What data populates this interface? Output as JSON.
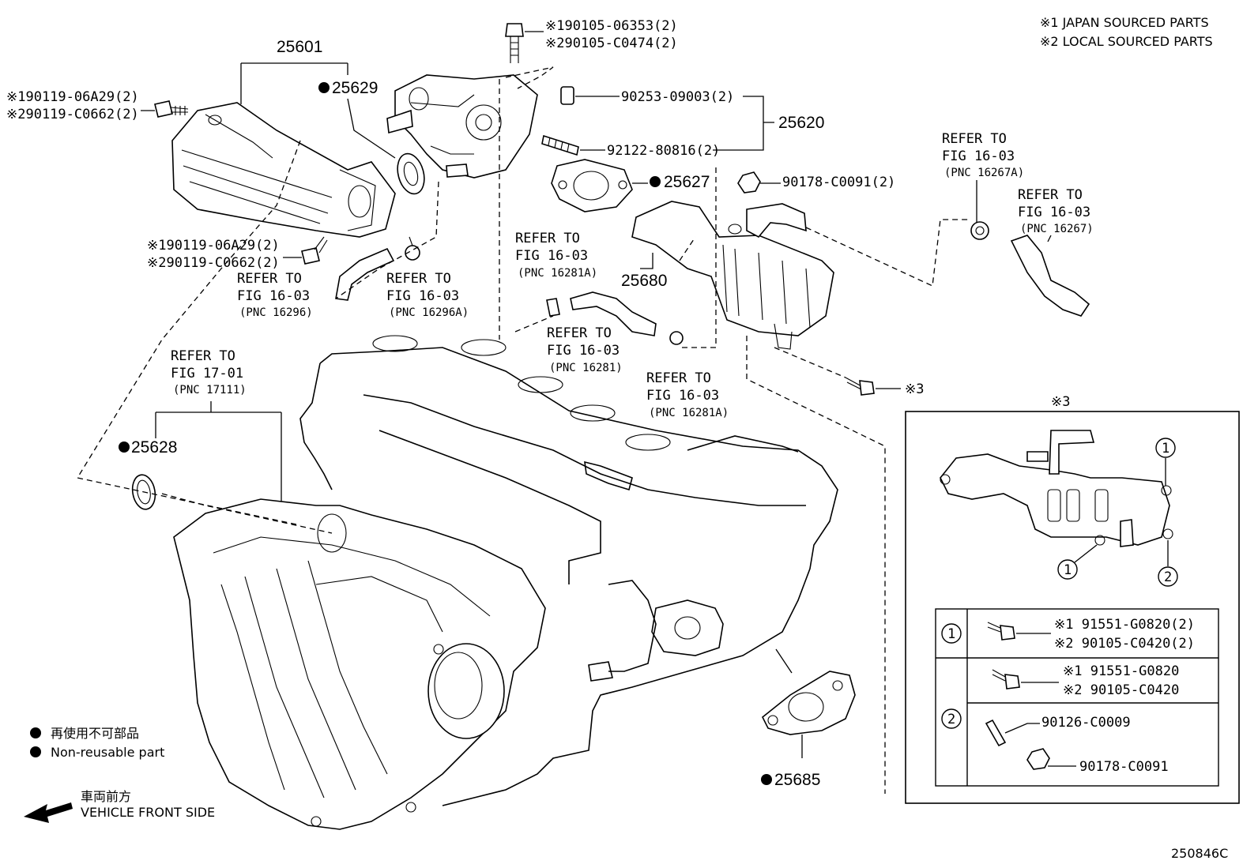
{
  "sourcing_notes": {
    "japan": "※1 JAPAN SOURCED PARTS",
    "local": "※2 LOCAL SOURCED PARTS"
  },
  "parts": {
    "p25601": "25601",
    "p25629": "25629",
    "p25620": "25620",
    "p25627": "25627",
    "p25680": "25680",
    "p25628": "25628",
    "p25685": "25685",
    "bolt_top_1": "※190105-06353(2)",
    "bolt_top_2": "※290105-C0474(2)",
    "bolt_left_1": "※190119-06A29(2)",
    "bolt_left_2": "※290119-C0662(2)",
    "bolt_mid_1": "※190119-06A29(2)",
    "bolt_mid_2": "※290119-C0662(2)",
    "pin": "90253-09003(2)",
    "stud": "92122-80816(2)",
    "nut": "90178-C0091(2)",
    "x3_marker": "※3"
  },
  "refs": {
    "r16296": {
      "line1": "REFER TO",
      "line2": "FIG 16-03",
      "line3": "(PNC 16296)"
    },
    "r16296a": {
      "line1": "REFER TO",
      "line2": "FIG 16-03",
      "line3": "(PNC 16296A)"
    },
    "r16281a_top": {
      "line1": "REFER TO",
      "line2": "FIG 16-03",
      "line3": "(PNC 16281A)"
    },
    "r16281": {
      "line1": "REFER TO",
      "line2": "FIG 16-03",
      "line3": "(PNC 16281)"
    },
    "r16281a_bot": {
      "line1": "REFER TO",
      "line2": "FIG 16-03",
      "line3": "(PNC 16281A)"
    },
    "r16267a": {
      "line1": "REFER TO",
      "line2": "FIG 16-03",
      "line3": "(PNC 16267A)"
    },
    "r16267": {
      "line1": "REFER TO",
      "line2": "FIG 16-03",
      "line3": "(PNC 16267)"
    },
    "r17111": {
      "line1": "REFER TO",
      "line2": "FIG 17-01",
      "line3": "(PNC 17111)"
    }
  },
  "inset": {
    "title": "※3",
    "circle1": "1",
    "circle2": "2",
    "row1_label": "1",
    "row1_a": "※1 91551-G0820(2)",
    "row1_b": "※2 90105-C0420(2)",
    "row2_label": "2",
    "row2_a": "※1 91551-G0820",
    "row2_b": "※2 90105-C0420",
    "row2_c": "90126-C0009",
    "row2_d": "90178-C0091"
  },
  "legend": {
    "jp": "再使用不可部品",
    "en": "Non-reusable part"
  },
  "front": {
    "jp": "車両前方",
    "en": "VEHICLE FRONT SIDE"
  },
  "diagram_code": "250846C"
}
